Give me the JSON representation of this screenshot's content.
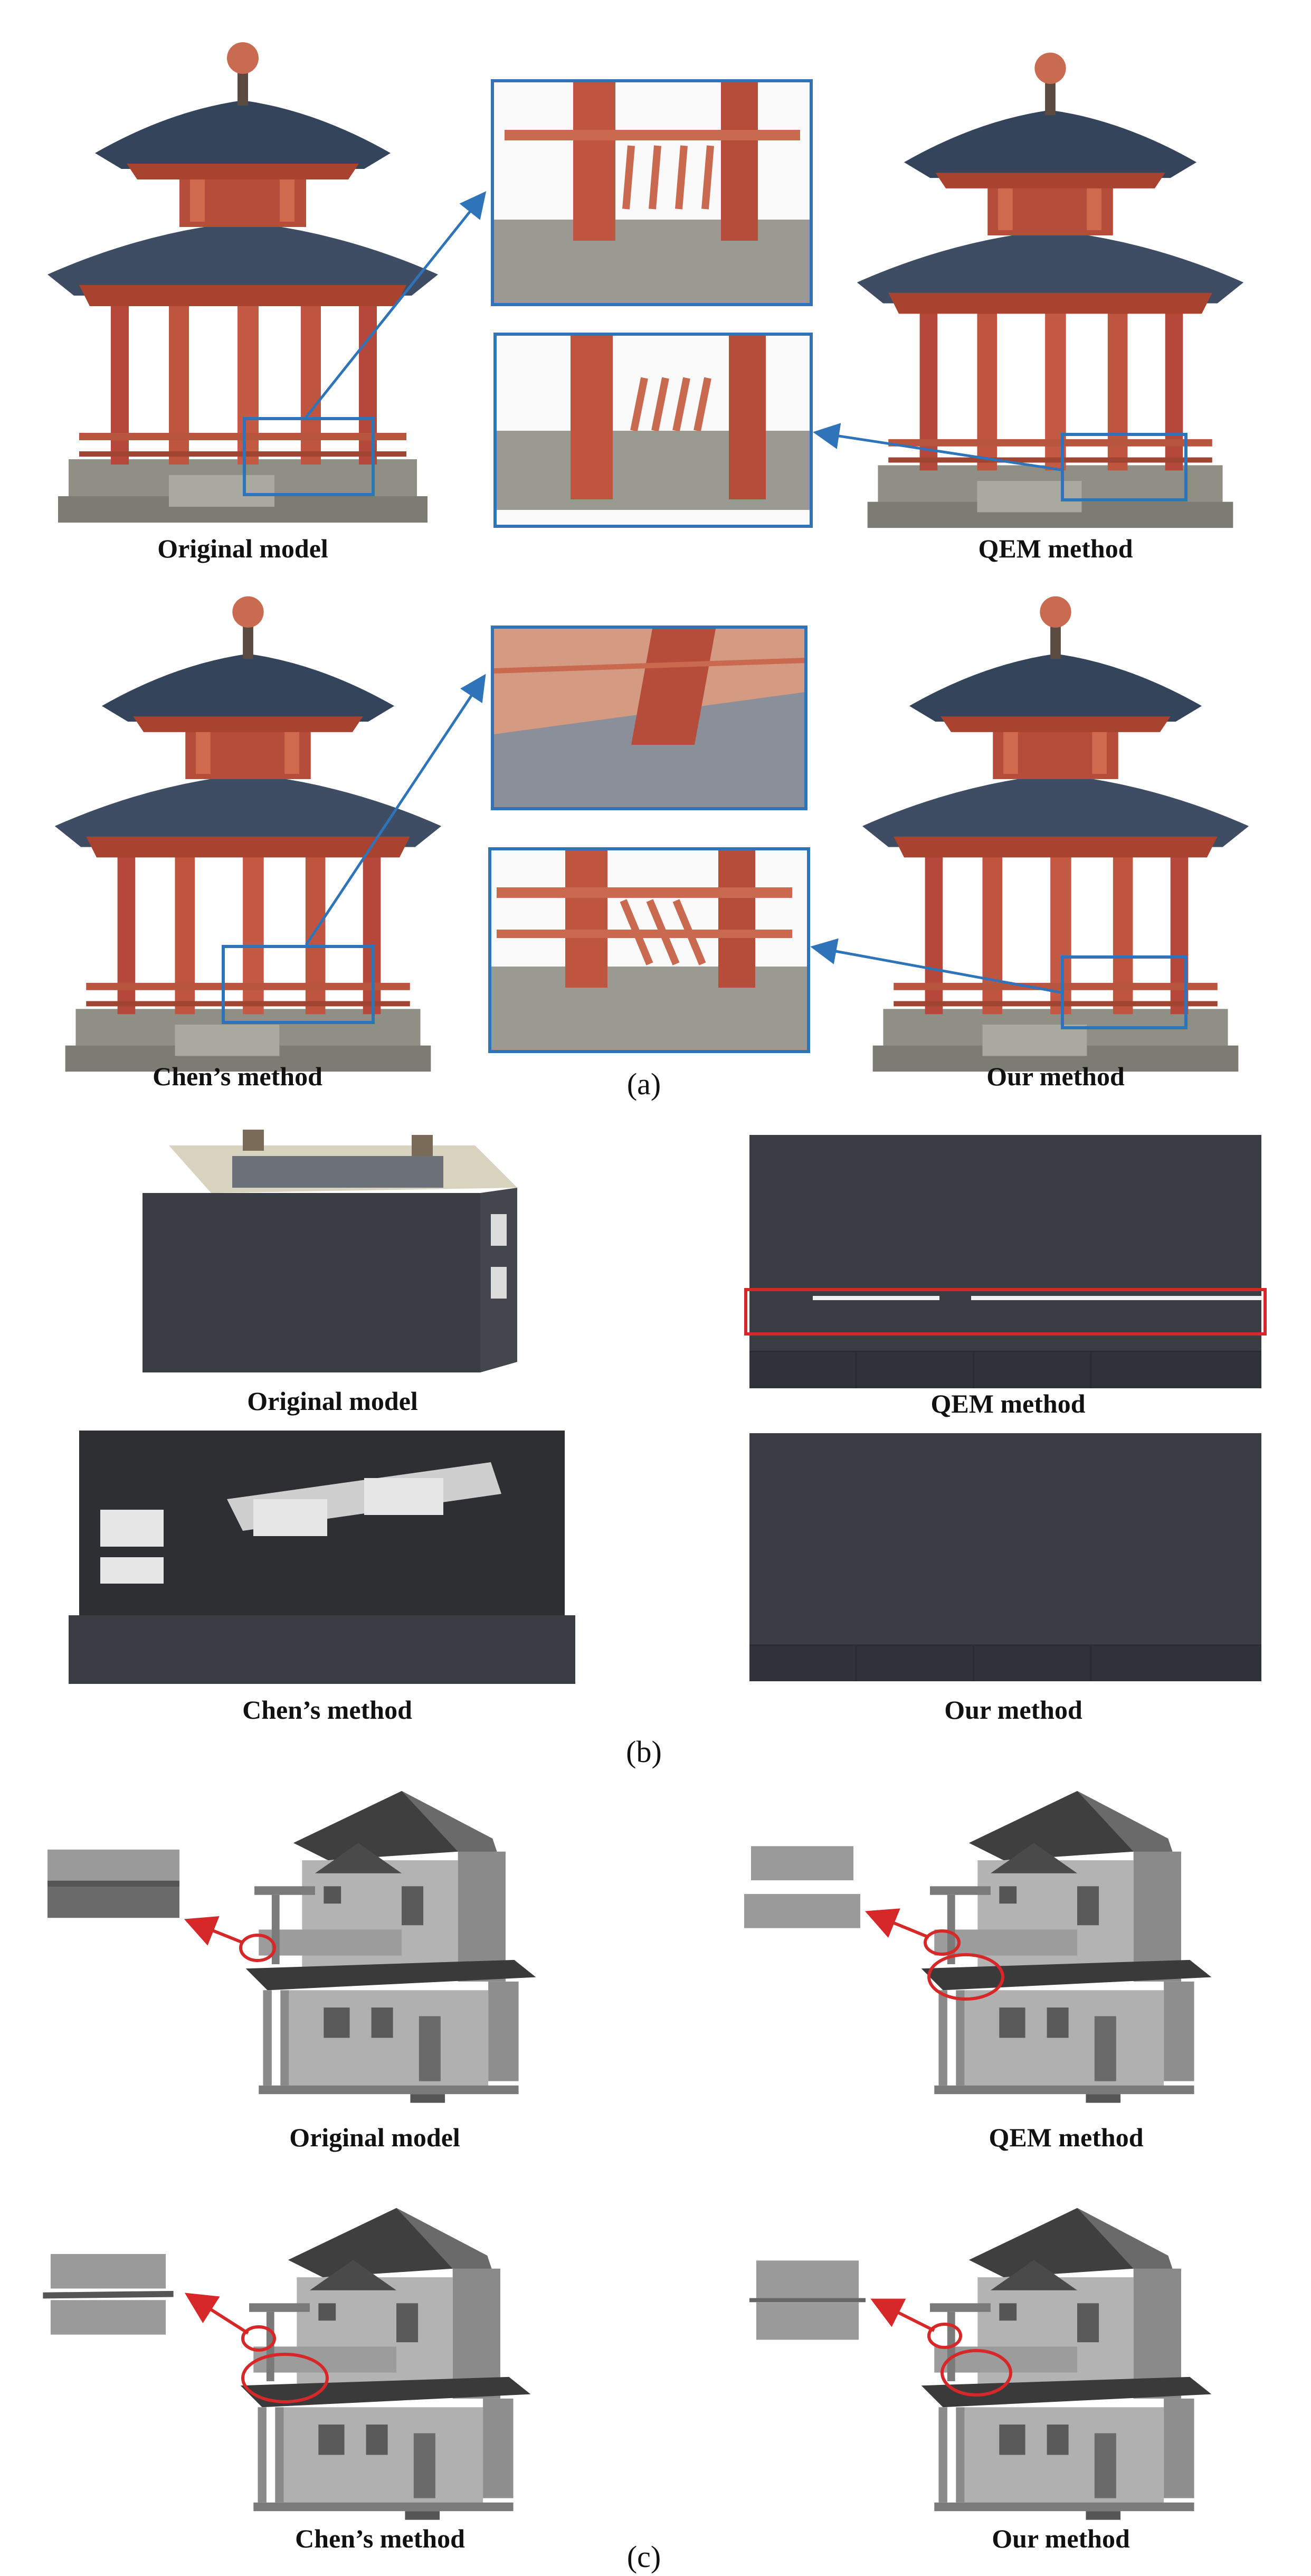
{
  "panels": {
    "a": {
      "tag": "(a)",
      "labels": {
        "original": "Original model",
        "qem": "QEM method",
        "chen": "Chen’s method",
        "ours": "Our method"
      }
    },
    "b": {
      "tag": "(b)",
      "labels": {
        "original": "Original model",
        "qem": "QEM method",
        "chen": "Chen’s method",
        "ours": "Our method"
      }
    },
    "c": {
      "tag": "(c)",
      "labels": {
        "original": "Original model",
        "qem": "QEM method",
        "chen": "Chen’s method",
        "ours": "Our method"
      }
    }
  },
  "colors": {
    "highlight_blue": "#2f73b8",
    "highlight_red": "#d62828",
    "pavilion_red": "#b5483a",
    "roof_slate": "#3e4d63",
    "stone_grey": "#9a9a92",
    "brick_dark": "#3b3d44",
    "house_grey": "#a8a8a8",
    "house_dark": "#4a4a4a"
  }
}
